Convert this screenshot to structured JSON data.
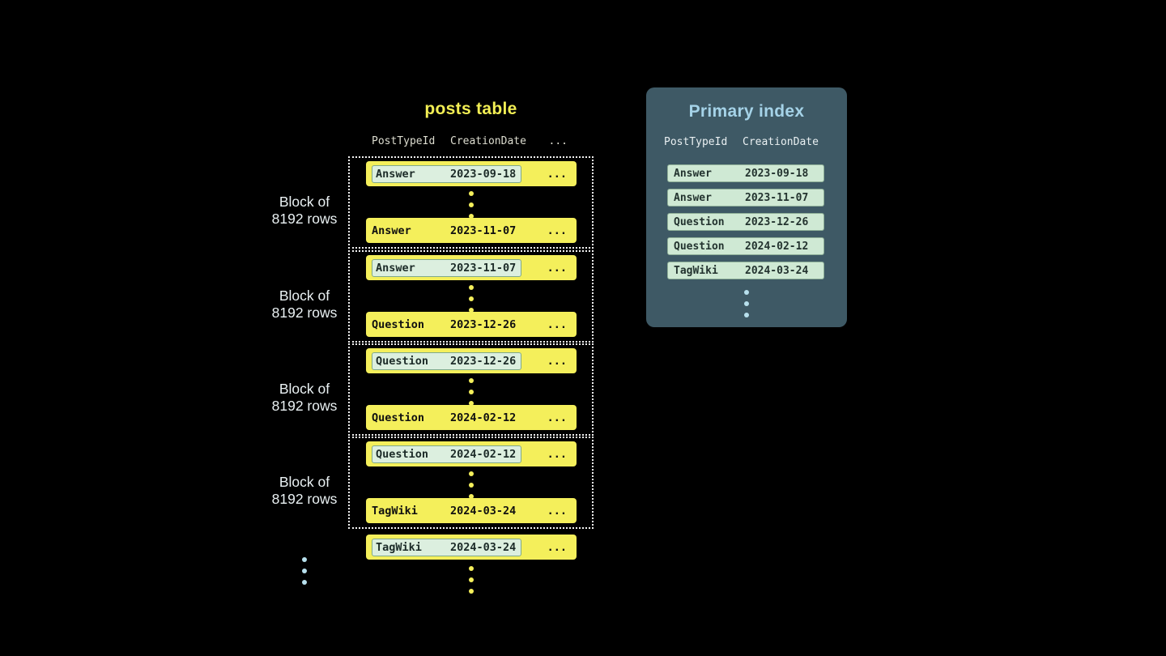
{
  "posts_table": {
    "title": "posts table",
    "columns": [
      "PostTypeId",
      "CreationDate",
      "..."
    ],
    "row_more": "...",
    "blocks": [
      {
        "label": [
          "Block of",
          "8192 rows"
        ],
        "first": {
          "type": "Answer",
          "date": "2023-09-18"
        },
        "last": {
          "type": "Answer",
          "date": "2023-11-07"
        }
      },
      {
        "label": [
          "Block of",
          "8192 rows"
        ],
        "first": {
          "type": "Answer",
          "date": "2023-11-07"
        },
        "last": {
          "type": "Question",
          "date": "2023-12-26"
        }
      },
      {
        "label": [
          "Block of",
          "8192 rows"
        ],
        "first": {
          "type": "Question",
          "date": "2023-12-26"
        },
        "last": {
          "type": "Question",
          "date": "2024-02-12"
        }
      },
      {
        "label": [
          "Block of",
          "8192 rows"
        ],
        "first": {
          "type": "Question",
          "date": "2024-02-12"
        },
        "last": {
          "type": "TagWiki",
          "date": "2024-03-24"
        }
      }
    ],
    "overflow_row": {
      "type": "TagWiki",
      "date": "2024-03-24"
    }
  },
  "primary_index": {
    "title": "Primary index",
    "columns": [
      "PostTypeId",
      "CreationDate"
    ],
    "rows": [
      {
        "type": "Answer",
        "date": "2023-09-18"
      },
      {
        "type": "Answer",
        "date": "2023-11-07"
      },
      {
        "type": "Question",
        "date": "2023-12-26"
      },
      {
        "type": "Question",
        "date": "2024-02-12"
      },
      {
        "type": "TagWiki",
        "date": "2024-03-24"
      }
    ]
  },
  "colors": {
    "background": "#000000",
    "row_yellow": "#f4ef5b",
    "highlight_mint": "#dcefdf",
    "panel_slate": "#3e5965",
    "title_yellow": "#f2ee54",
    "title_blue": "#a5d3e8",
    "dots_blue": "#b7e0ed",
    "block_outline": "#f2f2f2"
  }
}
